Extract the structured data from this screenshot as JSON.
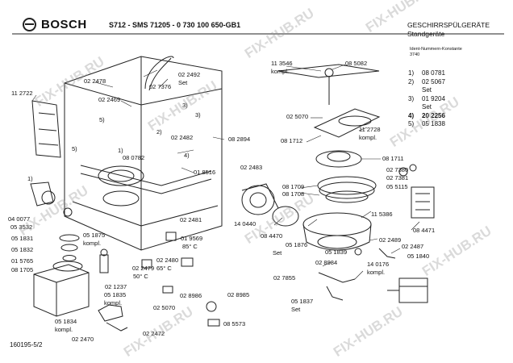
{
  "header": {
    "brand": "BOSCH",
    "model_line": "S712 - SMS 71205 - 0 730 100 650-GB1",
    "category": "GESCHIRRSPÜLGERÄTE",
    "sub_category": "Standgeräte",
    "ident_label": "Ident-Nummern-Konstante",
    "ident_value": "3740"
  },
  "sub_legend": [
    {
      "num": "1)",
      "part": "08 0781"
    },
    {
      "num": "2)",
      "part": "02 5067",
      "note": "Set"
    },
    {
      "num": "3)",
      "part": "01 9204",
      "note": "Set"
    },
    {
      "num": "4)",
      "part": "20 2256"
    },
    {
      "num": "5)",
      "part": "05 1838"
    }
  ],
  "doc_id": "160195-5/2",
  "watermark": "FIX-HUB.RU",
  "labels": {
    "l_112722": "11 2722",
    "l_022478": "02 2478",
    "l_027376": "02 7376",
    "l_027376_set": "Set",
    "l_022492": "02 2492",
    "l_022469": "02 2469",
    "l_fn5a": "5)",
    "l_fn3a": "3)",
    "l_fn5b": "5)",
    "l_fn1a": "1)",
    "l_080782": "08 0782",
    "l_fn2": "2)",
    "l_022482": "02 2482",
    "l_fn3b": "3)",
    "l_fn4": "4)",
    "l_018516": "01 8516",
    "l_082894": "08 2894",
    "l_fn1b": "1)",
    "l_040077": "04 0077",
    "l_053532": "05 3532",
    "l_051831": "05 1831",
    "l_051832": "05 1832",
    "l_015765": "01 5765",
    "l_081705": "08 1705",
    "l_051875": "05 1875",
    "l_051875_k": "kompl.",
    "l_022481": "02 2481",
    "l_019569": "01 9569",
    "l_85c": "85° C",
    "l_022479": "02 2479",
    "l_50c": "50° C",
    "l_022480": "02 2480",
    "l_65c": "65° C",
    "l_021237": "02 1237",
    "l_051835": "05 1835",
    "l_051835_k": "kompl.",
    "l_051834": "05 1834",
    "l_051834_k": "kompl.",
    "l_022470": "02 2470",
    "l_022472": "02 2472",
    "l_025070b": "02 5070",
    "l_028986": "02 8986",
    "l_028985": "02 8985",
    "l_085573": "08 5573",
    "l_113546": "11 3546",
    "l_113546_k": "kompl.",
    "l_085082": "08 5082",
    "l_025070a": "02 5070",
    "l_081712": "08 1712",
    "l_112728": "11 2728",
    "l_112728_k": "kompl.",
    "l_081711": "08 1711",
    "l_027380": "02 7380",
    "l_027381": "02 7381",
    "l_055115": "05 5115",
    "l_022483": "02 2483",
    "l_081709": "08 1709",
    "l_081708": "08 1708",
    "l_140440": "14 0440",
    "l_115386": "11 5386",
    "l_084471": "08 4471",
    "l_084470": "08 4470",
    "l_051876": "05 1876",
    "l_051876_s": "Set",
    "l_022489": "02 2489",
    "l_051839": "05 1839",
    "l_022487": "02 2487",
    "l_051840": "05 1840",
    "l_028984": "02 8984",
    "l_027855": "02 7855",
    "l_140176": "14 0176",
    "l_140176_k": "kompl.",
    "l_051837": "05 1837",
    "l_051837_s": "Set"
  }
}
